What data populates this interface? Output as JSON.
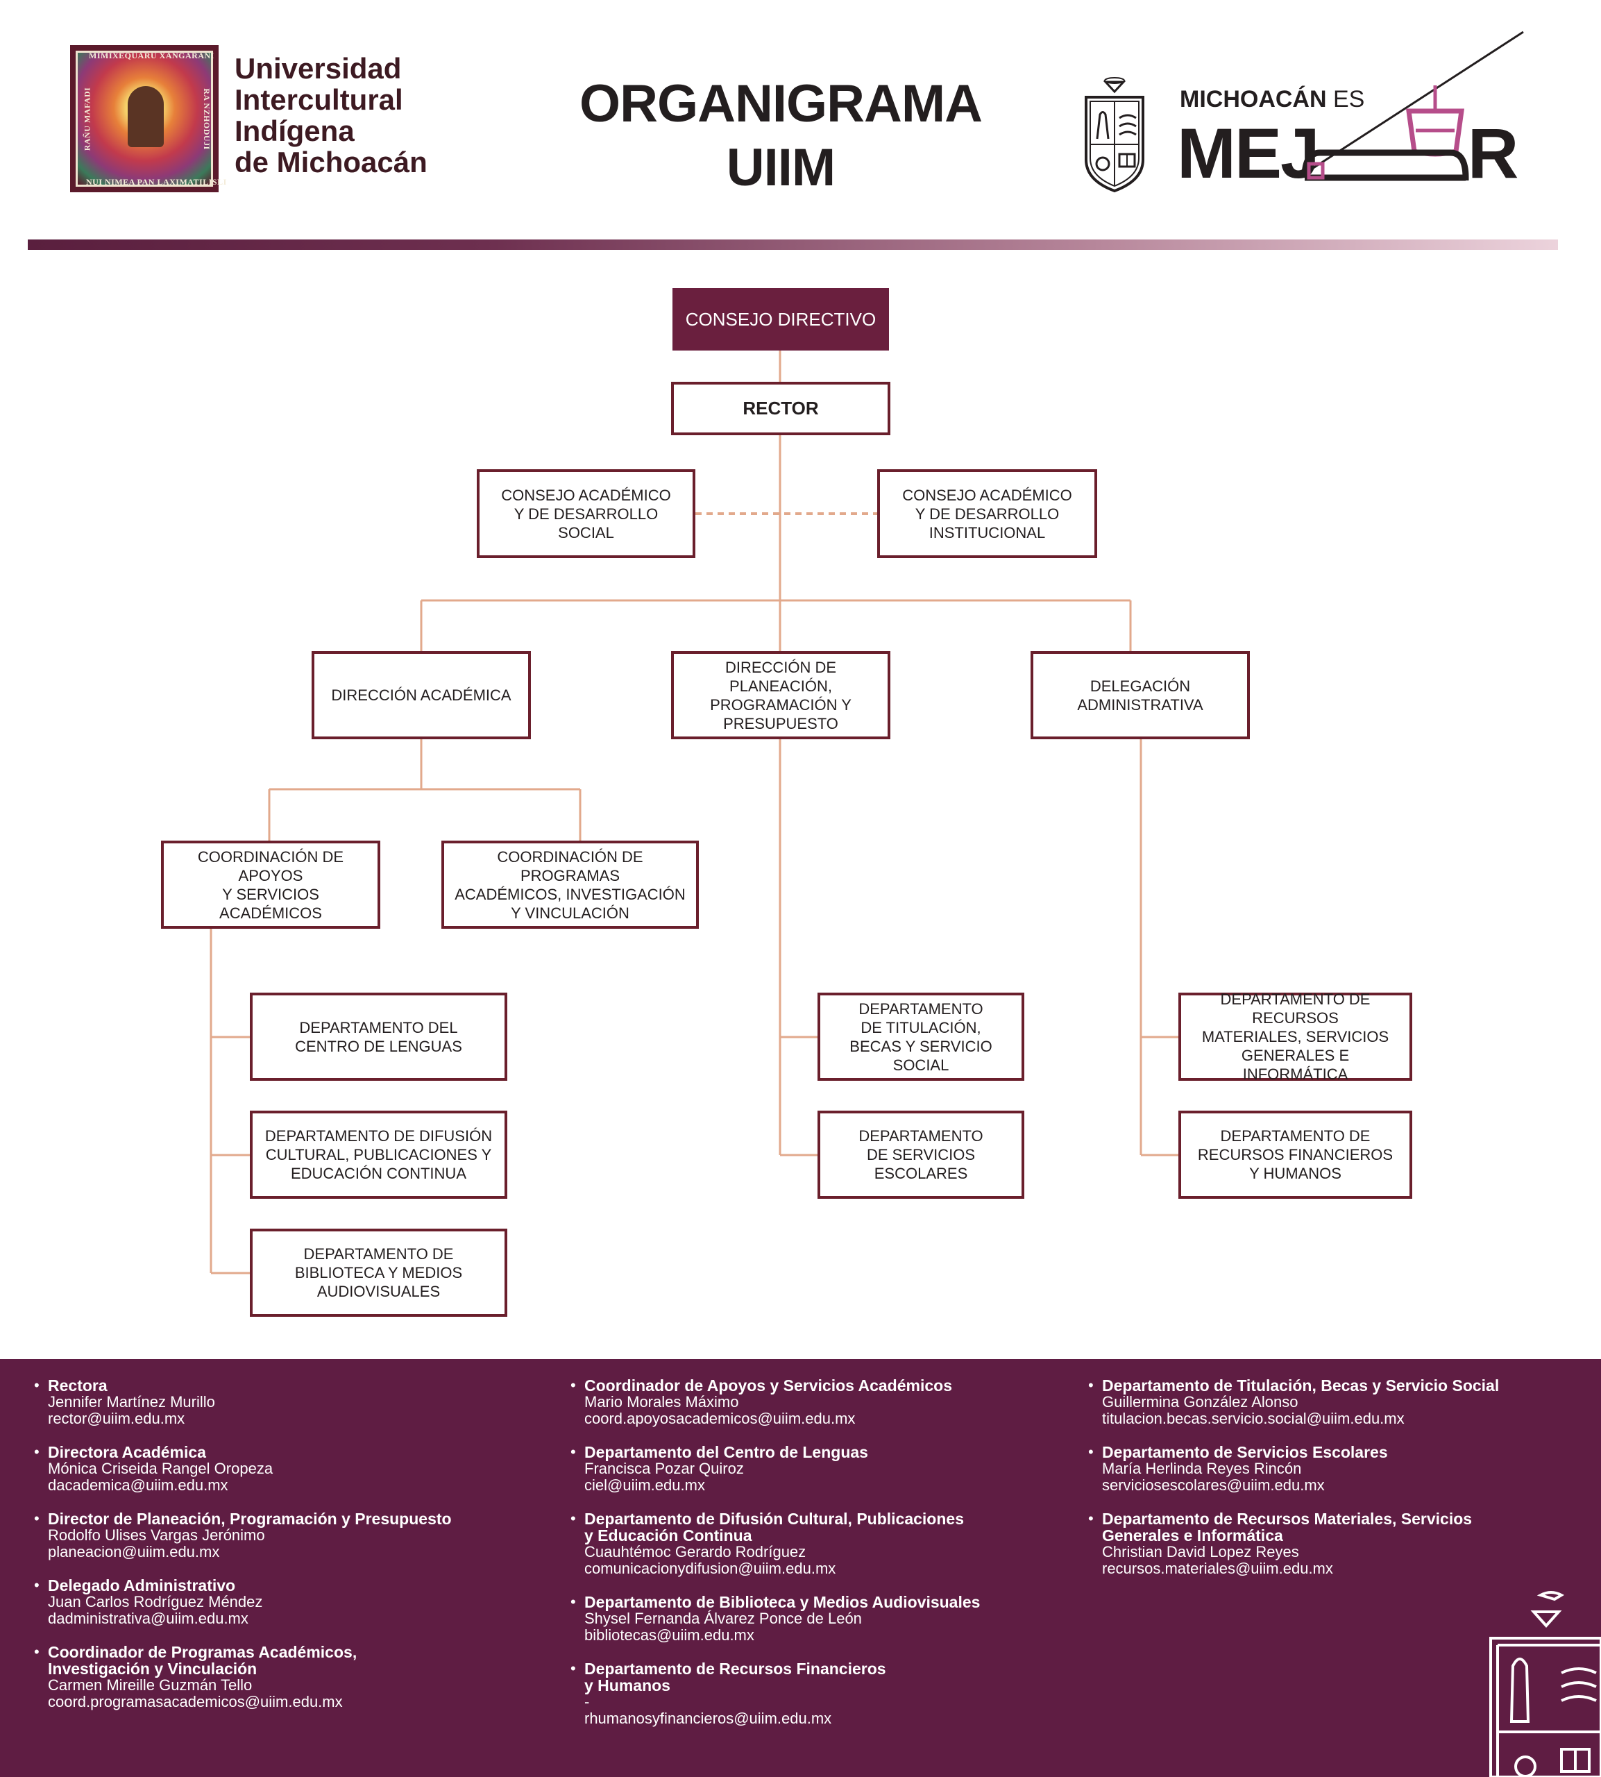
{
  "header": {
    "seal": {
      "top_text": "MIMIXEQUARU XANGARANI",
      "bottom_text": "NUI NIMEA PAN LAXIMATILISLI",
      "left_text": "RAÑU MAFADI",
      "right_text": "RA NZHODUJI"
    },
    "university_name": [
      "Universidad",
      "Intercultural",
      "Indígena",
      "de Michoacán"
    ],
    "title": [
      "ORGANIGRAMA",
      "UIIM"
    ],
    "government_logo": {
      "line1": "MICHOACÁN",
      "line1_suffix": "ES",
      "line2": "MEJ",
      "line2_end": "R"
    },
    "colors": {
      "brand": "#5f1d43",
      "line": "#e2a98c",
      "border": "#6a1f2c"
    }
  },
  "org": {
    "consejo_directivo": "CONSEJO DIRECTIVO",
    "rector": "RECTOR",
    "consejo_social": "CONSEJO ACADÉMICO\nY DE DESARROLLO\nSOCIAL",
    "consejo_institucional": "CONSEJO ACADÉMICO\nY DE DESARROLLO\nINSTITUCIONAL",
    "direccion_academica": "DIRECCIÓN ACADÉMICA",
    "direccion_planeacion": "DIRECCIÓN DE PLANEACIÓN,\nPROGRAMACIÓN Y\nPRESUPUESTO",
    "delegacion": "DELEGACIÓN\nADMINISTRATIVA",
    "coord_apoyos": "COORDINACIÓN DE APOYOS\nY SERVICIOS ACADÉMICOS",
    "coord_programas": "COORDINACIÓN DE PROGRAMAS\nACADÉMICOS, INVESTIGACIÓN\nY VINCULACIÓN",
    "depto_lenguas": "DEPARTAMENTO DEL\nCENTRO DE LENGUAS",
    "depto_difusion": "DEPARTAMENTO DE DIFUSIÓN\nCULTURAL, PUBLICACIONES Y\nEDUCACIÓN CONTINUA",
    "depto_biblioteca": "DEPARTAMENTO DE\nBIBLIOTECA Y MEDIOS\nAUDIOVISUALES",
    "depto_titulacion": "DEPARTAMENTO\nDE TITULACIÓN,\nBECAS Y SERVICIO SOCIAL",
    "depto_escolares": "DEPARTAMENTO\nDE SERVICIOS ESCOLARES",
    "depto_materiales": "DEPARTAMENTO DE RECURSOS\nMATERIALES, SERVICIOS\nGENERALES E INFORMÁTICA",
    "depto_financieros": "DEPARTAMENTO DE\nRECURSOS FINANCIEROS\nY HUMANOS"
  },
  "footer": {
    "columns": [
      [
        {
          "title": "Rectora",
          "name": "Jennifer Martínez Murillo",
          "email": "rector@uiim.edu.mx"
        },
        {
          "title": "Directora Académica",
          "name": "Mónica Criseida Rangel Oropeza",
          "email": "dacademica@uiim.edu.mx"
        },
        {
          "title": "Director de Planeación, Programación y Presupuesto",
          "name": "Rodolfo Ulises Vargas Jerónimo",
          "email": "planeacion@uiim.edu.mx"
        },
        {
          "title": "Delegado Administrativo",
          "name": "Juan Carlos Rodríguez Méndez",
          "email": "dadministrativa@uiim.edu.mx"
        },
        {
          "title": "Coordinador de Programas Académicos,\nInvestigación y Vinculación",
          "name": "Carmen Mireille Guzmán Tello",
          "email": "coord.programasacademicos@uiim.edu.mx"
        }
      ],
      [
        {
          "title": "Coordinador de Apoyos y Servicios Académicos",
          "name": "Mario Morales Máximo",
          "email": "coord.apoyosacademicos@uiim.edu.mx"
        },
        {
          "title": "Departamento del Centro de Lenguas",
          "name": "Francisca Pozar Quiroz",
          "email": "ciel@uiim.edu.mx"
        },
        {
          "title": "Departamento de Difusión Cultural, Publicaciones\ny Educación Continua",
          "name": "Cuauhtémoc Gerardo Rodríguez",
          "email": "comunicacionydifusion@uiim.edu.mx"
        },
        {
          "title": "Departamento de Biblioteca y Medios Audiovisuales",
          "name": "Shysel Fernanda Álvarez Ponce de León",
          "email": "bibliotecas@uiim.edu.mx"
        },
        {
          "title": "Departamento de Recursos Financieros\ny Humanos",
          "name": "-",
          "email": "rhumanosyfinancieros@uiim.edu.mx"
        }
      ],
      [
        {
          "title": "Departamento de Titulación, Becas y Servicio Social",
          "name": "Guillermina González Alonso",
          "email": "titulacion.becas.servicio.social@uiim.edu.mx"
        },
        {
          "title": "Departamento de Servicios Escolares",
          "name": "María Herlinda Reyes Rincón",
          "email": "serviciosescolares@uiim.edu.mx"
        },
        {
          "title": "Departamento de Recursos Materiales, Servicios\nGenerales e Informática",
          "name": "Christian David Lopez Reyes",
          "email": "recursos.materiales@uiim.edu.mx"
        }
      ]
    ]
  }
}
